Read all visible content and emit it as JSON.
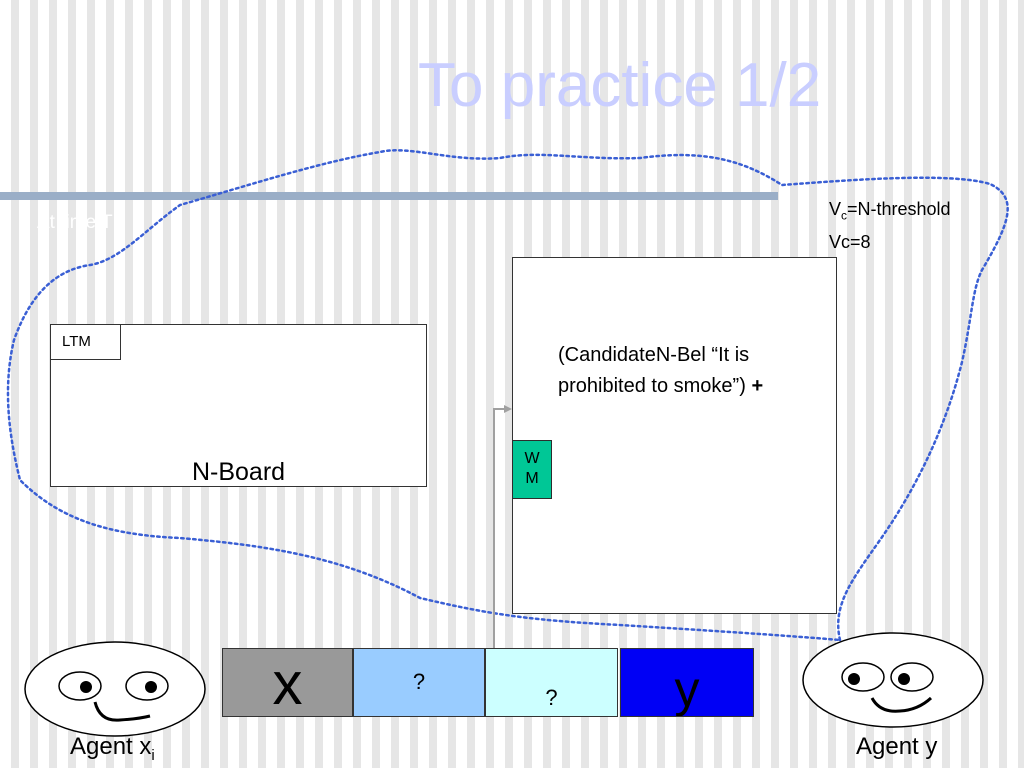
{
  "slide": {
    "title": "To practice 1/2",
    "subtitle": "At time T1"
  },
  "threshold": {
    "vc_base": "V",
    "vc_sub": "c",
    "vc_rest": "=N-threshold",
    "vc_value": "Vc=8"
  },
  "nboard": {
    "ltm_label": "LTM",
    "label": "N-Board"
  },
  "working_memory": {
    "line1": "W",
    "line2": "M"
  },
  "candidate": {
    "text": "(CandidateN-Bel “It is prohibited to smoke”)",
    "plus": "+"
  },
  "cells": {
    "x": "x",
    "q1": "?",
    "q2": "?",
    "y": "y"
  },
  "agents": {
    "x_base": "Agent x",
    "x_sub": "i",
    "y": "Agent y"
  },
  "colors": {
    "title": "#c9ceff",
    "cloud_outline": "#3a5fd4",
    "wm_fill": "#00c796",
    "cell_x_fill": "#999999",
    "cell_q1_fill": "#99ccff",
    "cell_q2_fill": "#ccffff",
    "cell_y_fill": "#0000f5"
  }
}
